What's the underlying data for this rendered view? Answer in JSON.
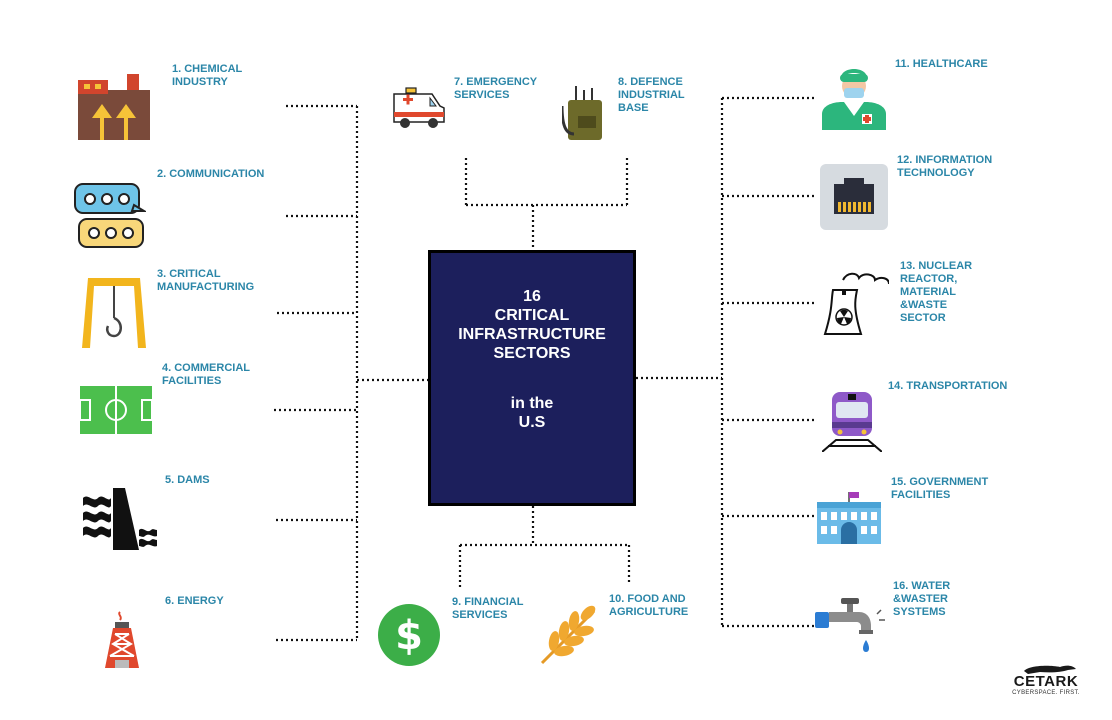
{
  "center": {
    "title_lines": [
      "16",
      "CRITICAL",
      "INFRASTRUCTURE",
      "SECTORS"
    ],
    "subtitle_lines": [
      "in the",
      "U.S"
    ]
  },
  "sectors": [
    {
      "number": 1,
      "label": "1. CHEMICAL\n   INDUSTRY",
      "icon": "factory-icon"
    },
    {
      "number": 2,
      "label": "2. COMMUNICATION",
      "icon": "chat-bubbles-icon"
    },
    {
      "number": 3,
      "label": "3. CRITICAL\nMANUFACTURING",
      "icon": "crane-hook-icon"
    },
    {
      "number": 4,
      "label": "4. COMMERCIAL\nFACILITIES",
      "icon": "sports-field-icon"
    },
    {
      "number": 5,
      "label": "5. DAMS",
      "icon": "dam-icon"
    },
    {
      "number": 6,
      "label": "6. ENERGY",
      "icon": "oil-rig-icon"
    },
    {
      "number": 7,
      "label": "7. EMERGENCY\nSERVICES",
      "icon": "ambulance-icon"
    },
    {
      "number": 8,
      "label": "8. DEFENCE\nINDUSTRIAL\nBASE",
      "icon": "radio-backpack-icon"
    },
    {
      "number": 9,
      "label": "9. FINANCIAL\nSERVICES",
      "icon": "dollar-coin-icon"
    },
    {
      "number": 10,
      "label": "10. FOOD AND\nAGRICULTURE",
      "icon": "wheat-icon"
    },
    {
      "number": 11,
      "label": "11. HEALTHCARE",
      "icon": "doctor-icon"
    },
    {
      "number": 12,
      "label": "12. INFORMATION\nTECHNOLOGY",
      "icon": "ethernet-port-icon"
    },
    {
      "number": 13,
      "label": "13. NUCLEAR\nREACTOR,\nMATERIAL\n&WASTE\nSECTOR",
      "icon": "nuclear-plant-icon"
    },
    {
      "number": 14,
      "label": "14. TRANSPORTATION",
      "icon": "train-icon"
    },
    {
      "number": 15,
      "label": "15. GOVERNMENT\nFACILITIES",
      "icon": "government-building-icon"
    },
    {
      "number": 16,
      "label": "16. WATER\n&WASTER\nSYSTEMS",
      "icon": "water-tap-icon"
    }
  ],
  "logo": {
    "name": "CETARK",
    "tagline": "CYBERSPACE. FIRST."
  },
  "colors": {
    "center_fill": "#1c1f5c",
    "label_text": "#2b86a8",
    "connector": "#111111"
  }
}
